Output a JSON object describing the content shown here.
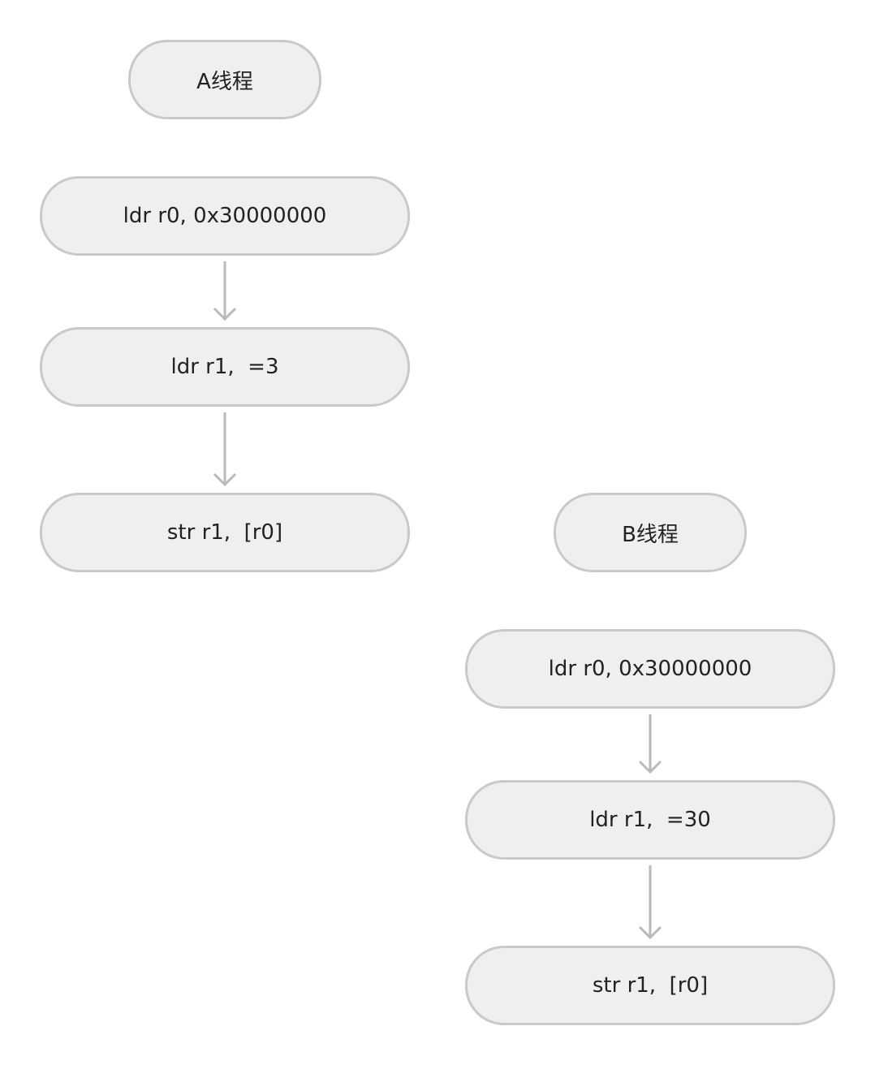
{
  "thread_a": {
    "title": "A线程",
    "steps": [
      "ldr r0, 0x30000000",
      "ldr r1,  =3",
      "str r1,  [r0]"
    ]
  },
  "thread_b": {
    "title": "B线程",
    "steps": [
      "ldr r0, 0x30000000",
      "ldr r1,  =30",
      "str r1,  [r0]"
    ]
  },
  "colors": {
    "node_fill": "#eeeff1",
    "node_border": "#c8c9cb",
    "arrow": "#b9babc",
    "text": "#222222"
  }
}
